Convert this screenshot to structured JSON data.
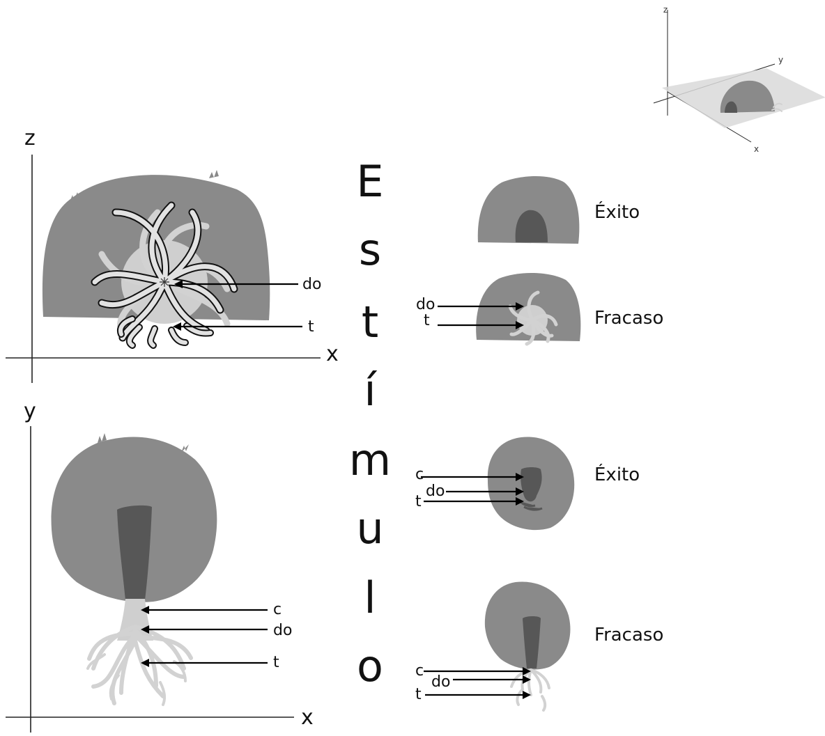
{
  "stimulus_word": [
    "E",
    "s",
    "t",
    "í",
    "m",
    "u",
    "l",
    "o"
  ],
  "axes": {
    "side_view": {
      "vertical": "z",
      "horizontal": "x"
    },
    "top_view": {
      "vertical": "y",
      "horizontal": "x"
    },
    "inset": {
      "z": "z",
      "y": "y",
      "x": "x"
    }
  },
  "labels": {
    "c": "c",
    "do": "do",
    "t": "t"
  },
  "outcomes": {
    "side_success": "Éxito",
    "side_failure": "Fracaso",
    "top_success": "Éxito",
    "top_failure": "Fracaso"
  },
  "colors": {
    "mound": "#8a8a8a",
    "burrow_shadow": "#575757",
    "anemone": "#cfcfcf",
    "outline": "#111111"
  }
}
